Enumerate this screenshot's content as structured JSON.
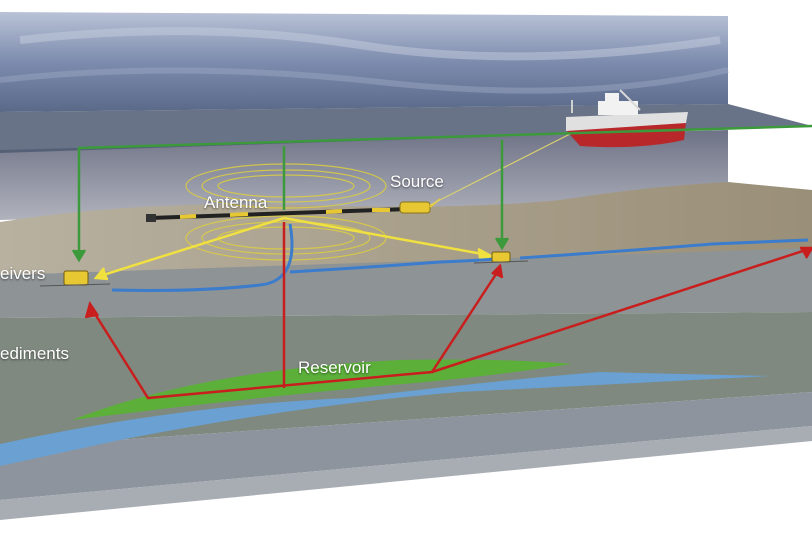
{
  "labels": {
    "antenna": "Antenna",
    "source": "Source",
    "receivers": "eivers",
    "sediments": "ediments",
    "reservoir": "Reservoir"
  },
  "colors": {
    "sky": "#7c8fb0",
    "sea_surface": "#5d6a82",
    "water": "#8a8e9f",
    "seabed_sand": "#a49a85",
    "sediment_upper": "#8f9597",
    "sediment_mid": "#7f8a80",
    "sediment_lower": "#8e969e",
    "reservoir": "#5aa83a",
    "water_layer": "#6a9ed0",
    "green_line": "#3c9a3c",
    "yellow_line": "#f0e040",
    "red_line": "#c81e1e",
    "blue_line": "#3c7ccc",
    "equipment_yellow": "#e8c832"
  },
  "icons": [
    "ship-icon",
    "antenna-array-icon",
    "source-icon",
    "receiver-left-icon",
    "receiver-right-icon"
  ]
}
